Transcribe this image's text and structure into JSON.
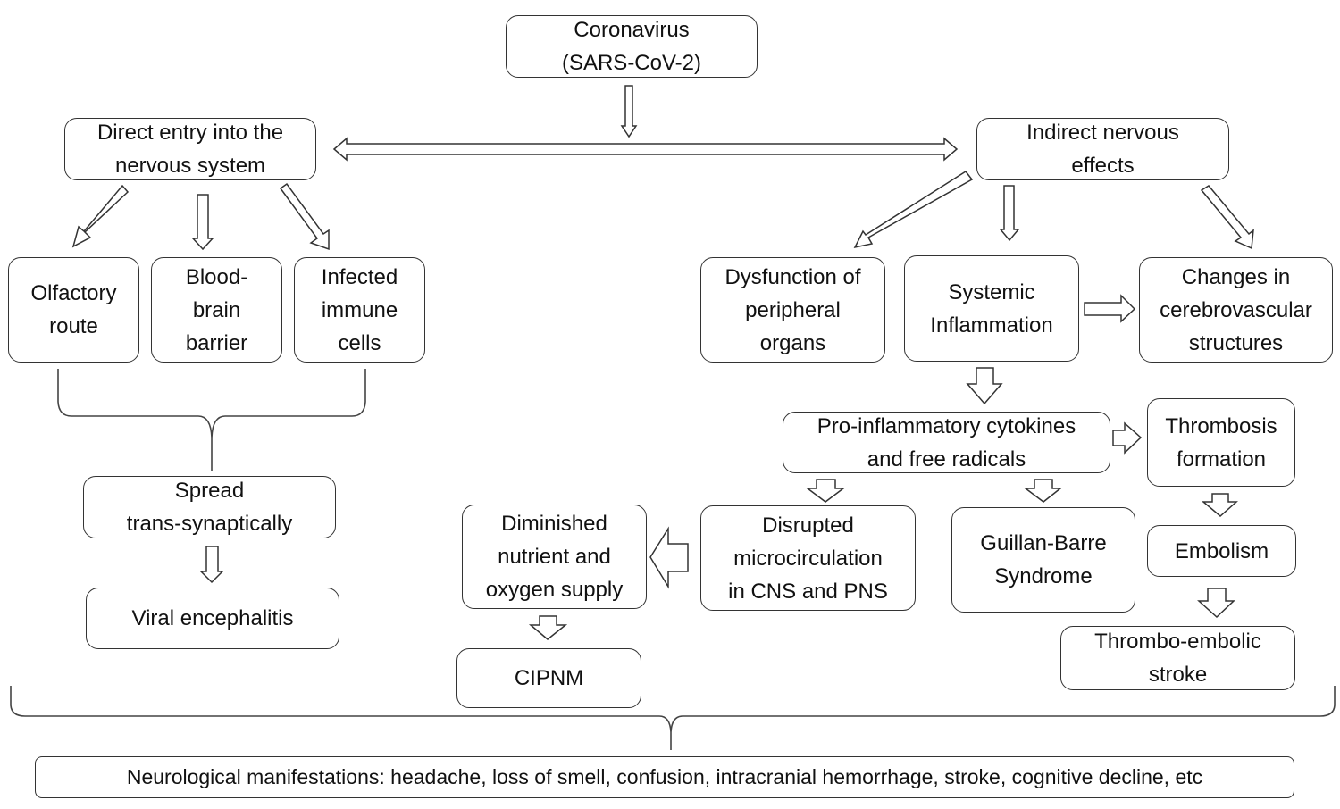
{
  "diagram": {
    "type": "flowchart",
    "nodes": {
      "coronavirus": "Coronavirus\n(SARS-CoV-2)",
      "direct_entry": "Direct entry into the\nnervous system",
      "indirect_effects": "Indirect nervous\neffects",
      "olfactory_route": "Olfactory\nroute",
      "blood_brain_barrier": "Blood-\nbrain\nbarrier",
      "infected_immune_cells": "Infected\nimmune\ncells",
      "dysfunction_peripheral": "Dysfunction of\nperipheral\norgans",
      "systemic_inflammation": "Systemic\nInflammation",
      "cerebrovascular_changes": "Changes in\ncerebrovascular\nstructures",
      "spread_trans_synaptically": "Spread\ntrans-synaptically",
      "viral_encephalitis": "Viral encephalitis",
      "pro_inflammatory": "Pro-inflammatory cytokines\nand free radicals",
      "thrombosis_formation": "Thrombosis\nformation",
      "diminished_supply": "Diminished\nnutrient and\noxygen supply",
      "disrupted_microcirculation": "Disrupted\nmicrocirculation\nin CNS and PNS",
      "guillain_barre": "Guillan-Barre\nSyndrome",
      "embolism": "Embolism",
      "cipnm": "CIPNM",
      "thrombo_embolic_stroke": "Thrombo-embolic\nstroke",
      "neurological_manifestations": "Neurological manifestations: headache, loss of smell, confusion, intracranial hemorrhage, stroke, cognitive decline, etc"
    },
    "edges": [
      {
        "from": "coronavirus",
        "to": "direct_entry",
        "style": "double-headed"
      },
      {
        "from": "coronavirus",
        "to": "indirect_effects",
        "style": "double-headed"
      },
      {
        "from": "direct_entry",
        "to": "olfactory_route"
      },
      {
        "from": "direct_entry",
        "to": "blood_brain_barrier"
      },
      {
        "from": "direct_entry",
        "to": "infected_immune_cells"
      },
      {
        "from": "indirect_effects",
        "to": "dysfunction_peripheral"
      },
      {
        "from": "indirect_effects",
        "to": "systemic_inflammation"
      },
      {
        "from": "indirect_effects",
        "to": "cerebrovascular_changes"
      },
      {
        "from": "systemic_inflammation",
        "to": "cerebrovascular_changes"
      },
      {
        "from": "olfactory_route",
        "to": "spread_trans_synaptically",
        "style": "brace"
      },
      {
        "from": "blood_brain_barrier",
        "to": "spread_trans_synaptically",
        "style": "brace"
      },
      {
        "from": "infected_immune_cells",
        "to": "spread_trans_synaptically",
        "style": "brace"
      },
      {
        "from": "spread_trans_synaptically",
        "to": "viral_encephalitis"
      },
      {
        "from": "systemic_inflammation",
        "to": "pro_inflammatory"
      },
      {
        "from": "pro_inflammatory",
        "to": "thrombosis_formation"
      },
      {
        "from": "pro_inflammatory",
        "to": "disrupted_microcirculation"
      },
      {
        "from": "pro_inflammatory",
        "to": "guillain_barre"
      },
      {
        "from": "disrupted_microcirculation",
        "to": "diminished_supply"
      },
      {
        "from": "diminished_supply",
        "to": "cipnm"
      },
      {
        "from": "thrombosis_formation",
        "to": "embolism"
      },
      {
        "from": "embolism",
        "to": "thrombo_embolic_stroke"
      },
      {
        "from": "all",
        "to": "neurological_manifestations",
        "style": "brace"
      }
    ]
  }
}
